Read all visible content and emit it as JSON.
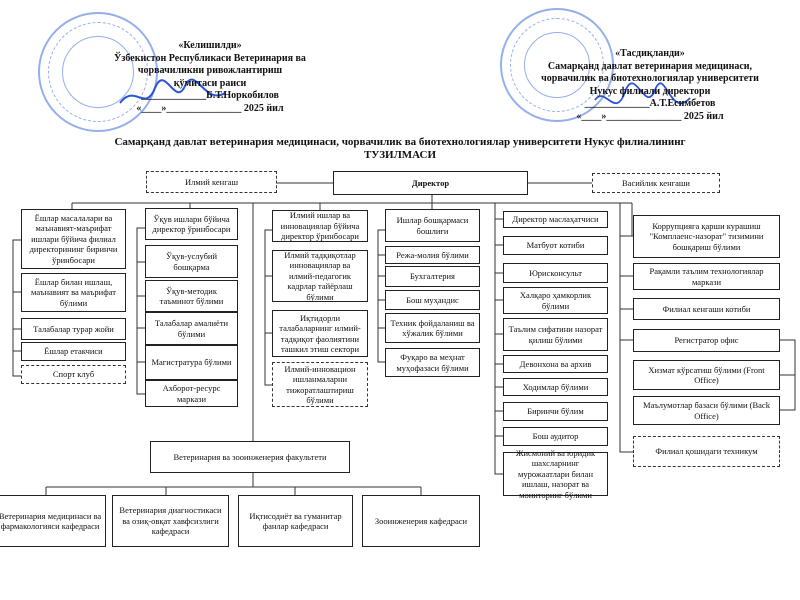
{
  "approval_left": {
    "heading": "«Келишилди»",
    "line1": "Ўзбекистон Республикаси Ветеринария ва",
    "line2": "чорвачиликни ривожлантириш",
    "line3": "қўмитаси раиси",
    "signer": "_____________Б.Т.Норкобилов",
    "date": "«____»_______________ 2025 йил"
  },
  "approval_right": {
    "heading": "«Тасдиқланди»",
    "line1": "Самарқанд давлат ветеринария медицинаси,",
    "line2": "чорвачилик ва биотехнологиялар университети",
    "line3": "Нукус филиали директори",
    "signer": "_____________А.Т.Есимбетов",
    "date": "«____»_______________ 2025 йил"
  },
  "title": {
    "line1": "Самарқанд давлат ветеринария медицинаси, чорвачилик ва биотехнологиялар университети Нукус филиалининг",
    "line2": "ТУЗИЛМАСИ"
  },
  "top": {
    "scientific_council": "Илмий кенгаш",
    "director": "Директор",
    "board_of_trustees": "Васийлик кенгаши"
  },
  "col1": [
    "Ёшлар масалалари ва маънавият-маърифат ишлари бўйича филиал директорининг биринчи ўринбосари",
    "Ёшлар билан ишлаш, маънавият ва маърифат бўлими",
    "Талабалар турар жойи",
    "Ёшлар етакчиси",
    "Спорт клуб"
  ],
  "col2": [
    "Ўқув ишлари бўйича директор ўринбосари",
    "Ўқув-услубий бошқарма",
    "Ўқув-методик таъминот бўлими",
    "Талабалар амалиёти бўлими",
    "Магистратура бўлими",
    "Ахборот-ресурс маркази"
  ],
  "col3": [
    "Илмий ишлар ва инновациялар бўйича директор ўринбосари",
    "Илмий тадқиқотлар инновациялар ва илмий-педагогик кадрлар тайёрлаш бўлими",
    "Иқтидорли талабаларнинг илмий-тадқиқот фаолиятини ташкил этиш сектори",
    "Илмий-инновацион ишланмаларни тижоратлаштириш бўлими"
  ],
  "col4": [
    "Ишлар бошқармаси бошлиғи",
    "Режа-молия бўлими",
    "Бухгалтерия",
    "Бош муҳандис",
    "Техник фойдаланиш ва хўжалик бўлими",
    "Фуқаро ва меҳнат муҳофазаси бўлими"
  ],
  "col5": [
    "Директор маслаҳатчиси",
    "Матбуот котиби",
    "Юрисконсульт",
    "Халқаро ҳамкорлик бўлими",
    "Таълим сифатини назорат қилиш бўлими",
    "Девонхона ва архив",
    "Ходимлар бўлими",
    "Биринчи бўлим",
    "Бош аудитор",
    "Жисмоний ва юридик шахсларнинг мурожаатлари билан ишлаш, назорат ва мониторинг бўлими"
  ],
  "col6": [
    "Коррупцияга қарши курашиш \"Комплаенс-назорат\" тизимини бошқариш бўлими",
    "Рақамли таълим технологиялар маркази",
    "Филиал кенгаши котиби",
    "Регистратор офис",
    "Хизмат кўрсатиш бўлими (Front Office)",
    "Маълумотлар базаси бўлими (Back Office)",
    "Филиал қошидаги техникум"
  ],
  "faculty": {
    "name": "Ветеринария ва зооинженерия факультети",
    "departments": [
      "Ветеринария медицинаси ва фармакологияси кафедраси",
      "Ветеринария диагностикаси ва озиқ-овқат хавфсизлиги кафедраси",
      "Иқтисодиёт ва гуманитар фанлар кафедраси",
      "Зооинженерия кафедраси"
    ]
  }
}
